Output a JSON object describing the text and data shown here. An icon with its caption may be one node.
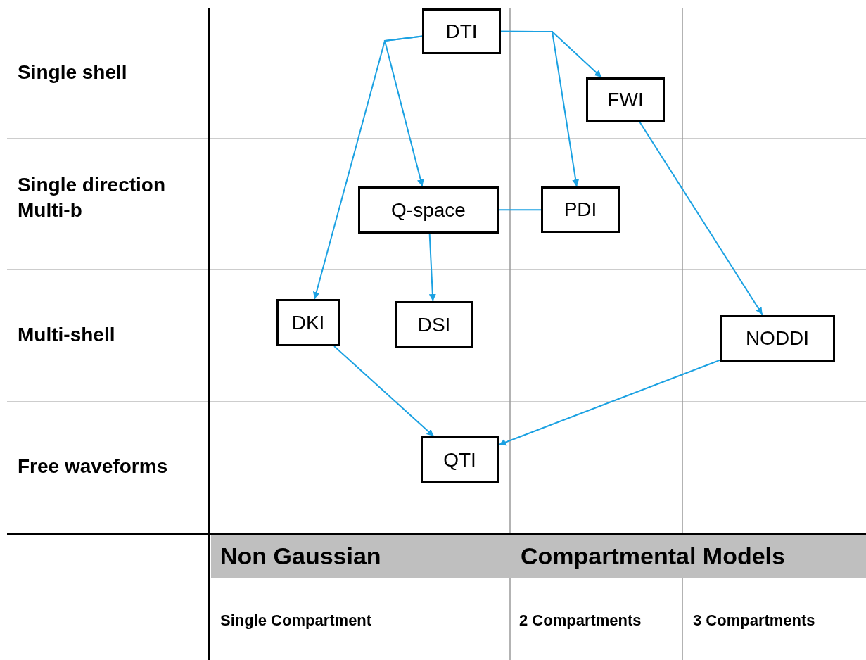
{
  "diagram": {
    "nodes": [
      {
        "text": [
          "DTI"
        ]
      },
      {
        "text": [
          "FWI"
        ]
      },
      {
        "text": [
          "Q-space"
        ]
      },
      {
        "text": [
          "PDI"
        ]
      },
      {
        "text": [
          "DKI"
        ]
      },
      {
        "text": [
          "DSI"
        ]
      },
      {
        "text": [
          "NODDI"
        ]
      },
      {
        "text": [
          "QTI"
        ]
      },
      {
        "text": [
          "Non Gaussian",
          "Compartmental Models"
        ]
      }
    ],
    "edges": [
      {
        "from": 0,
        "to": 4,
        "arrow": "to"
      },
      {
        "from": 0,
        "to": 2,
        "arrow": "to"
      },
      {
        "from": 0,
        "to": 1,
        "arrow": "to"
      },
      {
        "from": 0,
        "to": 3,
        "arrow": "to"
      },
      {
        "from": 2,
        "to": 3,
        "arrow": "none"
      },
      {
        "from": 2,
        "to": 5,
        "arrow": "to"
      },
      {
        "from": 1,
        "to": 6,
        "arrow": "to"
      },
      {
        "from": 4,
        "to": 7,
        "arrow": "to"
      },
      {
        "from": 6,
        "to": 7,
        "arrow": "to"
      }
    ],
    "labels": [
      "Single shell",
      "Single direction Multi-b",
      "Multi-shell",
      "Free waveforms",
      "Single Compartment",
      "2 Compartments",
      "3 Compartments"
    ]
  }
}
